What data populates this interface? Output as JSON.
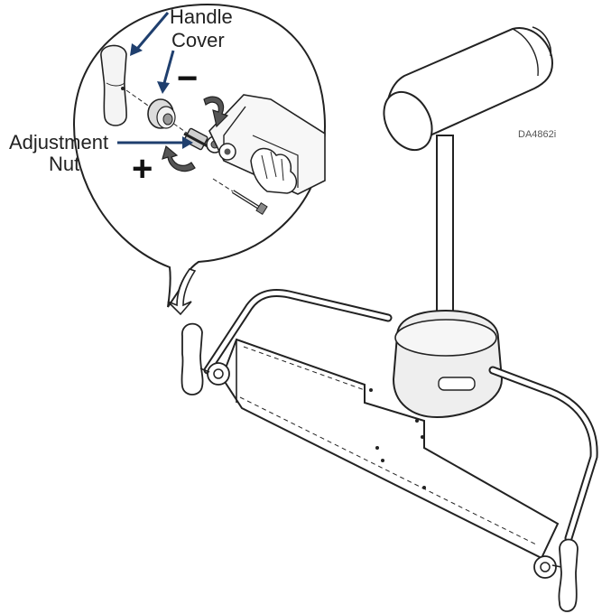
{
  "labels": {
    "handle": "Handle",
    "cover": "Cover",
    "adjustment": "Adjustment",
    "nut": "Nut",
    "minus": "−",
    "plus": "+",
    "drawing_code": "DA4862i"
  },
  "colors": {
    "line": "#222222",
    "arrow_blue": "#1f3f6e",
    "shade": "#e6e6e6",
    "shade_dark": "#bdbdbd"
  }
}
